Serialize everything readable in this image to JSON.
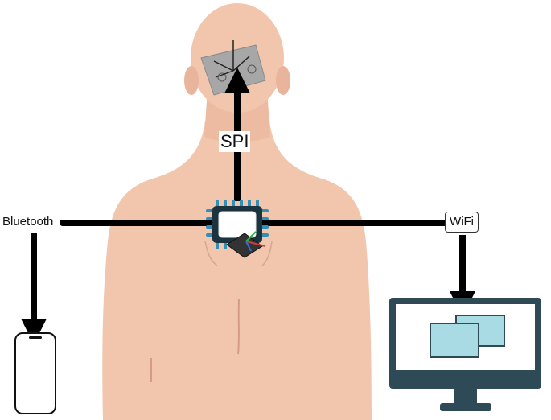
{
  "labels": {
    "spi": "SPI",
    "bluetooth": "Bluetooth",
    "wifi": "WiFi"
  },
  "icons": {
    "head_sensor": "sensor-board-icon",
    "hub": "microcontroller-chip-icon",
    "back_sensor": "imu-sensor-icon",
    "phone": "smartphone-icon",
    "computer": "desktop-monitor-icon"
  },
  "colors": {
    "skin": "#f1c6ad",
    "skin_shadow": "#e0ab92",
    "connection": "#000000",
    "chip_border": "#2f8fb8",
    "monitor_frame": "#2e4a57",
    "monitor_screen": "#a8dbe4"
  }
}
